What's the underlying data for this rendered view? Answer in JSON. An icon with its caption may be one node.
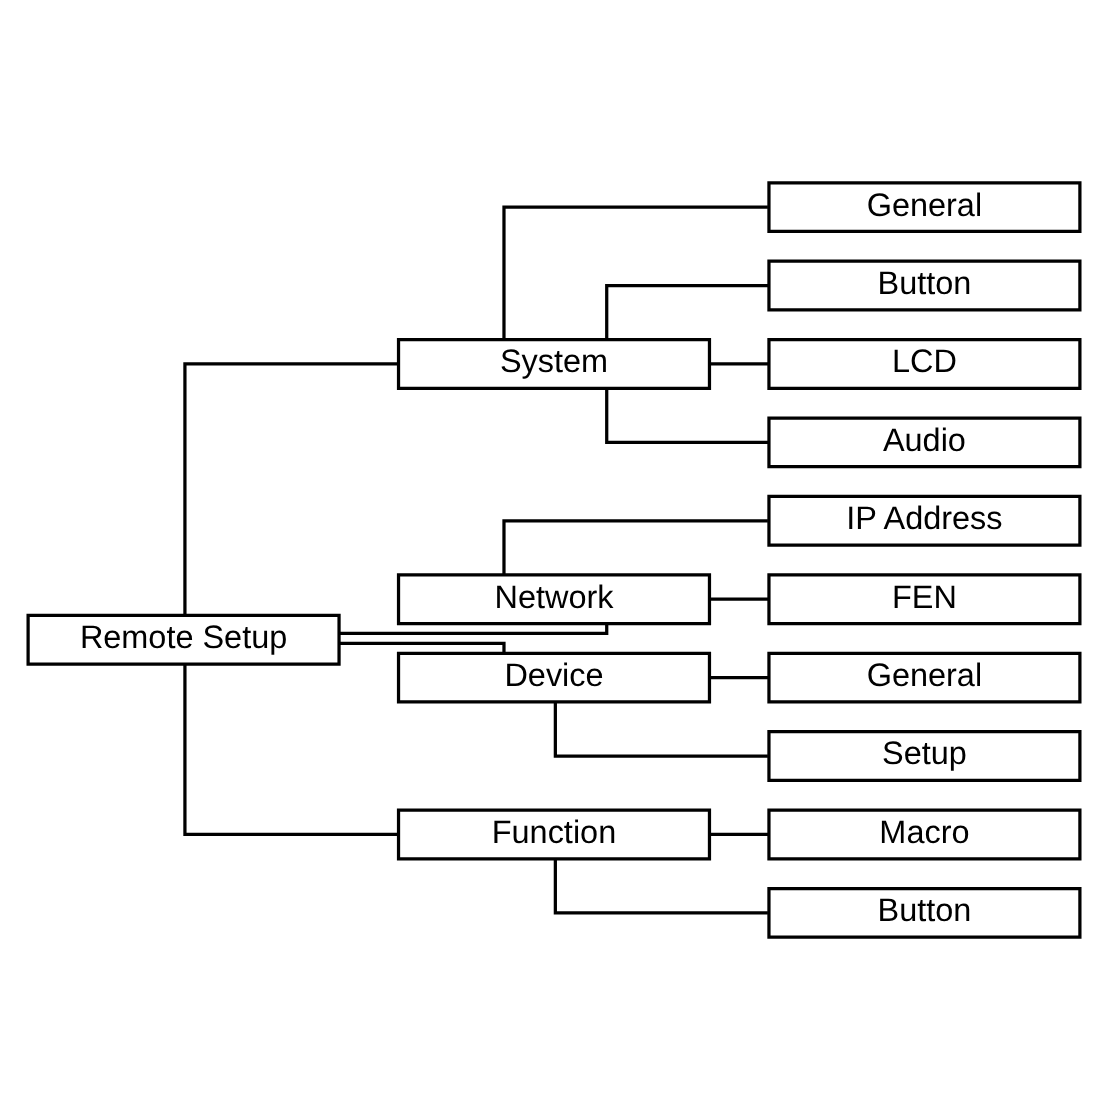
{
  "diagram": {
    "nodes": [
      {
        "text": [
          "Remote Setup"
        ]
      },
      {
        "text": [
          "System"
        ]
      },
      {
        "text": [
          "General"
        ]
      },
      {
        "text": [
          "Button"
        ]
      },
      {
        "text": [
          "LCD"
        ]
      },
      {
        "text": [
          "Audio"
        ]
      },
      {
        "text": [
          "Network"
        ]
      },
      {
        "text": [
          "IP Address"
        ]
      },
      {
        "text": [
          "FEN"
        ]
      },
      {
        "text": [
          "Device"
        ]
      },
      {
        "text": [
          "General"
        ]
      },
      {
        "text": [
          "Setup"
        ]
      },
      {
        "text": [
          "Function"
        ]
      },
      {
        "text": [
          "Macro"
        ]
      },
      {
        "text": [
          "Button"
        ]
      }
    ],
    "edges": [
      {
        "from": 0,
        "to": 1,
        "arrow": "none"
      },
      {
        "from": 1,
        "to": 2,
        "arrow": "none"
      },
      {
        "from": 1,
        "to": 3,
        "arrow": "none"
      },
      {
        "from": 1,
        "to": 4,
        "arrow": "none"
      },
      {
        "from": 1,
        "to": 5,
        "arrow": "none"
      },
      {
        "from": 0,
        "to": 6,
        "arrow": "none"
      },
      {
        "from": 6,
        "to": 7,
        "arrow": "none"
      },
      {
        "from": 6,
        "to": 8,
        "arrow": "none"
      },
      {
        "from": 0,
        "to": 9,
        "arrow": "none"
      },
      {
        "from": 9,
        "to": 10,
        "arrow": "none"
      },
      {
        "from": 9,
        "to": 11,
        "arrow": "none"
      },
      {
        "from": 0,
        "to": 12,
        "arrow": "none"
      },
      {
        "from": 12,
        "to": 13,
        "arrow": "none"
      },
      {
        "from": 12,
        "to": 14,
        "arrow": "none"
      }
    ]
  }
}
